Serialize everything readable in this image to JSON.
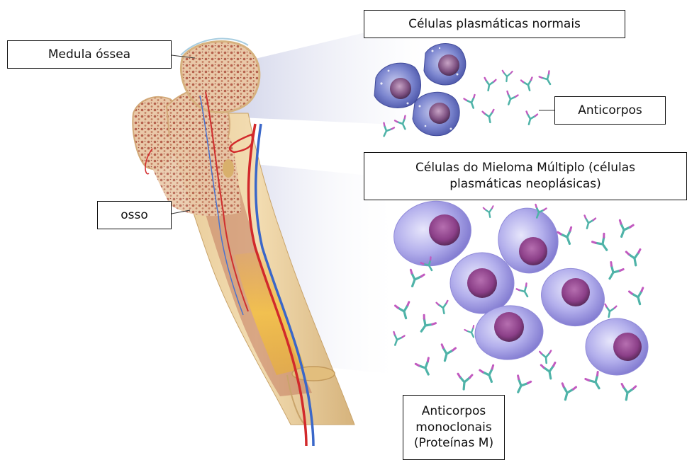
{
  "labels": {
    "bone_marrow": "Medula óssea",
    "bone": "osso",
    "normal_plasma_cells": "Células plasmáticas normais",
    "antibodies": "Anticorpos",
    "myeloma_cells_line1": "Células do Mieloma Múltiplo (células",
    "myeloma_cells_line2": "plasmáticas neoplásicas)",
    "monoclonal_line1": "Anticorpos",
    "monoclonal_line2": "monoclonais",
    "monoclonal_line3": "(Proteínas M)"
  },
  "colors": {
    "bone": "#e8cf9d",
    "marrow": "#c98a6a",
    "artery": "#d2292b",
    "vein": "#3a67c9",
    "normal_cell": "#6c79c6",
    "myeloma_cell": "#a9a6e6",
    "nucleus": "#8a3f87",
    "antibody_teal": "#4fb3a8",
    "antibody_magenta": "#c25ac0"
  },
  "icons": [
    "femur-illustration",
    "plasma-cell-icon",
    "antibody-icon"
  ]
}
